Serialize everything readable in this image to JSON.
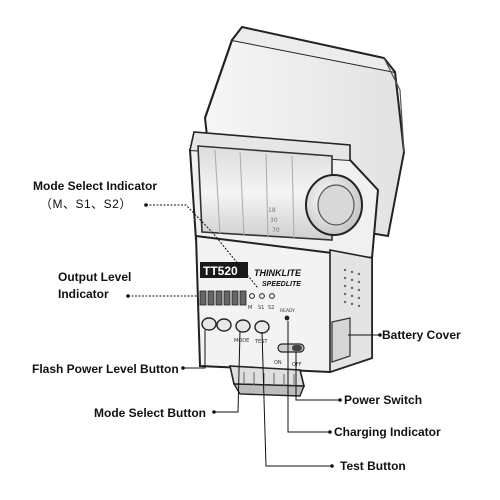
{
  "device": {
    "model": "TT520",
    "brand": "THINKLITE",
    "brand_sub": "SPEEDLITE",
    "zoom_marks": [
      "18",
      "30",
      "70"
    ],
    "mode_indicator_marks": [
      "M",
      "S1",
      "S2"
    ],
    "panel_labels": {
      "mode": "MODE",
      "test": "TEST",
      "on": "ON",
      "off": "OFF",
      "ready": "READY"
    }
  },
  "callouts": {
    "mode_select_indicator": "Mode Select Indicator",
    "mode_select_indicator_sub": "（M、S1、S2）",
    "output_level_indicator_line1": "Output Level",
    "output_level_indicator_line2": "Indicator",
    "flash_power_level_button": "Flash Power Level Button",
    "mode_select_button": "Mode Select Button",
    "test_button": "Test Button",
    "battery_cover": "Battery Cover",
    "power_switch": "Power Switch",
    "charging_indicator": "Charging Indicator"
  }
}
